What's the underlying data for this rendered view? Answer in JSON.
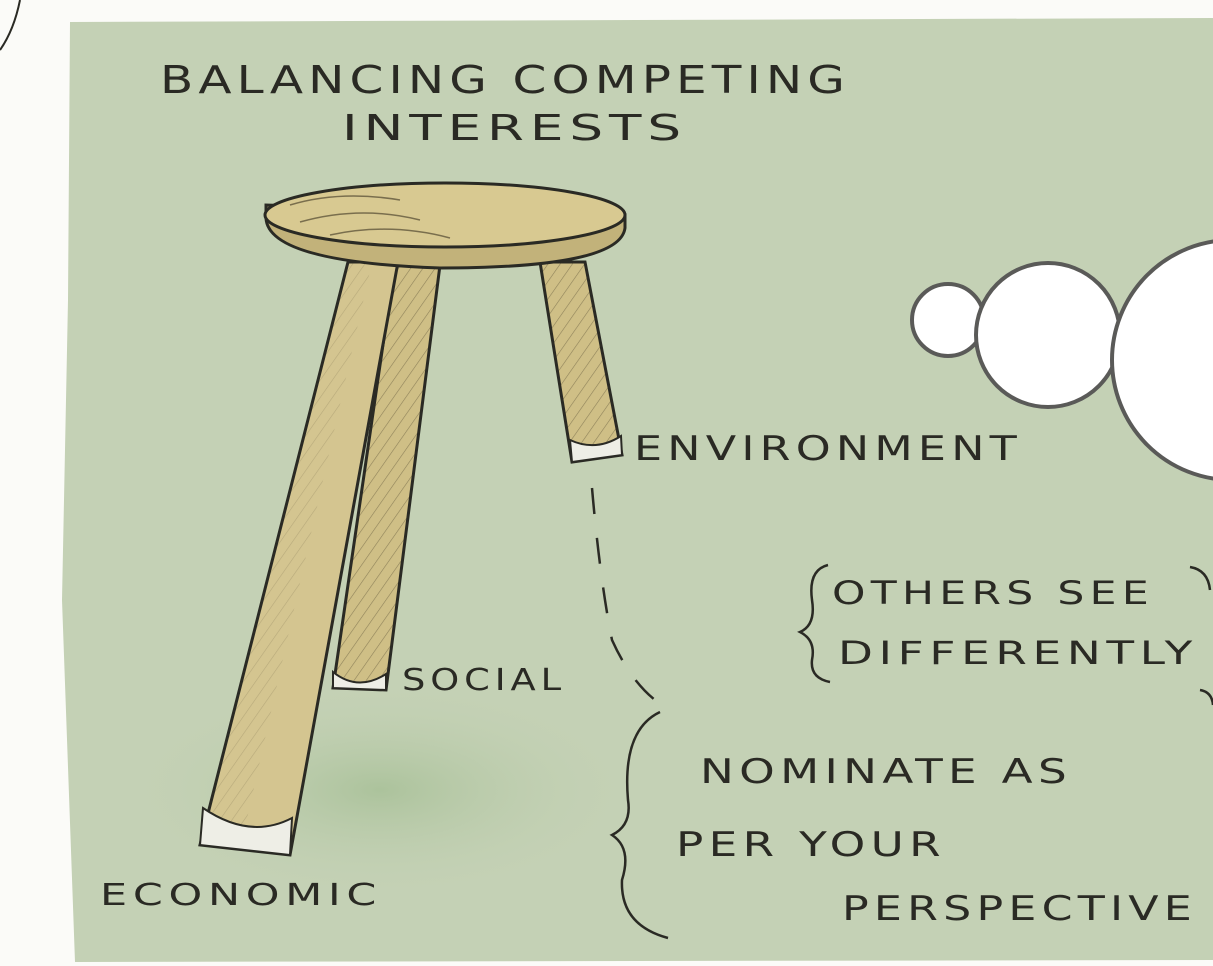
{
  "title": {
    "line1": "BALANCING COMPETING",
    "line2": "INTERESTS"
  },
  "legs": {
    "environment": "ENVIRONMENT",
    "social": "SOCIAL",
    "economic": "ECONOMIC"
  },
  "notes": {
    "others_line1": "OTHERS SEE",
    "others_line2": "DIFFERENTLY",
    "nominate_line1": "NOMINATE AS",
    "nominate_line2": "PER YOUR",
    "nominate_line3": "PERSPECTIVE"
  },
  "colors": {
    "background": "#c4d1b5",
    "wood": "#d1c28d",
    "ink": "#2a2a24",
    "bubble_stroke": "#5a5a58"
  }
}
